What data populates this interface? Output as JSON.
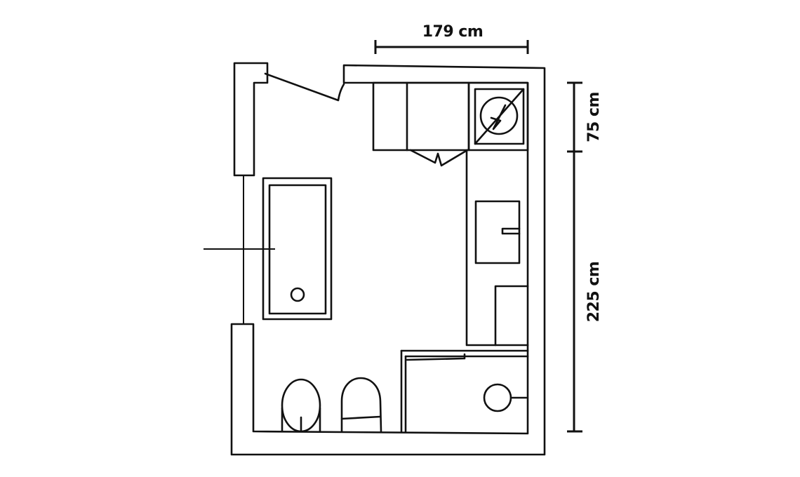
{
  "dimensions": {
    "width_label": "179 cm",
    "upper_depth_label": "75 cm",
    "lower_depth_label": "225 cm"
  },
  "colors": {
    "ink": "#111111",
    "background": "#ffffff"
  }
}
